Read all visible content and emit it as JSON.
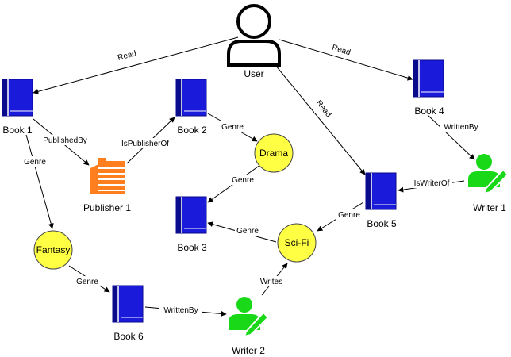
{
  "colors": {
    "book": "#1a1adb",
    "book_dark": "#0a0a8c",
    "publisher": "#ff7f1e",
    "writer": "#18d818",
    "genre_fill": "#ffff44",
    "genre_stroke": "#444444",
    "edge": "#000000"
  },
  "nodes": {
    "user": {
      "label": "User",
      "icon": "user-icon"
    },
    "book1": {
      "label": "Book 1",
      "icon": "book-icon"
    },
    "book2": {
      "label": "Book 2",
      "icon": "book-icon"
    },
    "book3": {
      "label": "Book 3",
      "icon": "book-icon"
    },
    "book4": {
      "label": "Book 4",
      "icon": "book-icon"
    },
    "book5": {
      "label": "Book 5",
      "icon": "book-icon"
    },
    "book6": {
      "label": "Book 6",
      "icon": "book-icon"
    },
    "publisher1": {
      "label": "Publisher 1",
      "icon": "factory-icon"
    },
    "writer1": {
      "label": "Writer 1",
      "icon": "writer-icon"
    },
    "writer2": {
      "label": "Writer 2",
      "icon": "writer-icon"
    },
    "drama": {
      "label": "Drama"
    },
    "fantasy": {
      "label": "Fantasy"
    },
    "scifi": {
      "label": "Sci-Fi"
    }
  },
  "edges": {
    "user_book1": "Read",
    "user_book4": "Read",
    "user_book5": "Read",
    "book1_publisher1": "PublishedBy",
    "publisher1_book2": "IsPublisherOf",
    "book1_fantasy": "Genre",
    "book2_drama": "Genre",
    "drama_book3": "Genre",
    "scifi_book3": "Genre",
    "book5_scifi": "Genre",
    "book4_writer1": "WrittenBy",
    "writer1_book5": "IsWriterOf",
    "fantasy_book6": "Genre",
    "book6_writer2": "WrittenBy",
    "writer2_scifi": "Writes"
  }
}
